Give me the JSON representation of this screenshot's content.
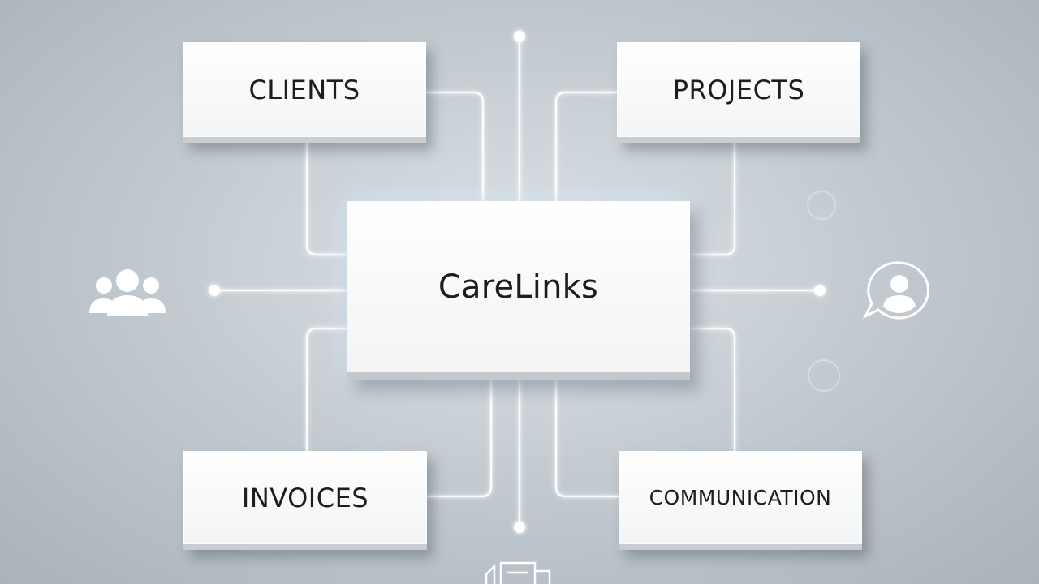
{
  "diagram": {
    "center": {
      "label": "CareLinks"
    },
    "nodes": {
      "clients": {
        "label": "CLIENTS"
      },
      "projects": {
        "label": "PROJECTS"
      },
      "invoices": {
        "label": "INVOICES"
      },
      "communication": {
        "label": "COMMUNICATION"
      }
    }
  },
  "icons": {
    "left": "users-group-icon",
    "right": "user-chat-icon",
    "bottom": "document-icon",
    "decor": "faint-circle-icon"
  },
  "colors": {
    "background": "#c4ccd2",
    "box": "#ffffff",
    "connector": "#ffffff",
    "glow": "#dcefff",
    "text": "#1c1d1f",
    "icon": "#ffffff"
  }
}
